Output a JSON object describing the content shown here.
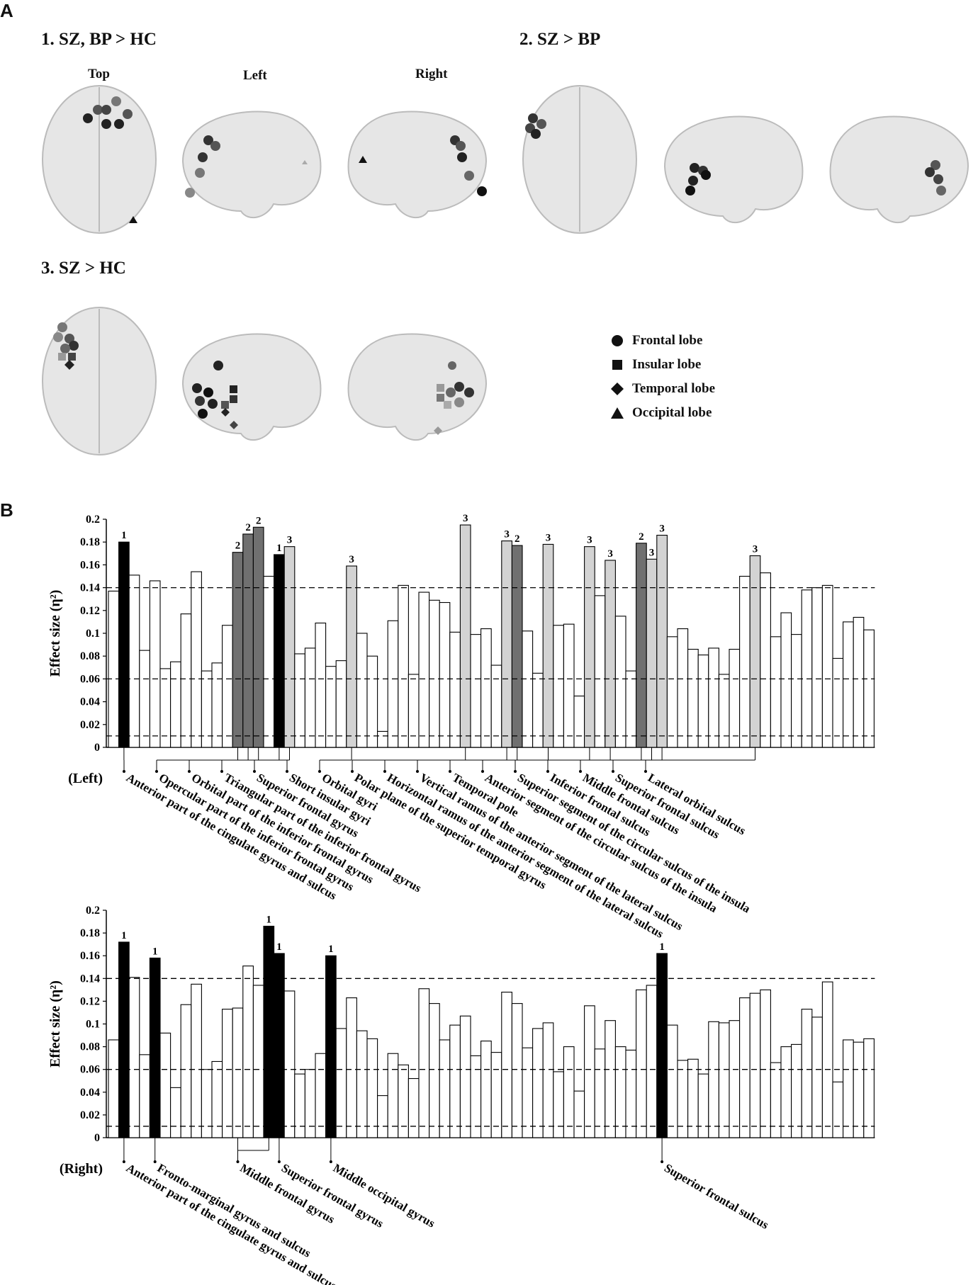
{
  "panel_a": {
    "letter": "A",
    "groups": [
      {
        "title": "1. SZ, BP > HC"
      },
      {
        "title": "2. SZ > BP"
      },
      {
        "title": "3. SZ > HC"
      }
    ],
    "view_labels": {
      "top": "Top",
      "left": "Left",
      "right": "Right"
    },
    "legend": [
      {
        "label": "Frontal lobe",
        "shape": "circle"
      },
      {
        "label": "Insular lobe",
        "shape": "square"
      },
      {
        "label": "Temporal lobe",
        "shape": "diamond"
      },
      {
        "label": "Occipital lobe",
        "shape": "triangle"
      }
    ]
  },
  "panel_b": {
    "letter": "B"
  },
  "colors": {
    "group1": "#000000",
    "group2": "#707070",
    "group3": "#d3d3d3",
    "nonsig": "#ffffff",
    "brain": "#e6e6e6"
  },
  "chart_data": [
    {
      "type": "bar",
      "hemisphere": "(Left)",
      "ylabel": "Effect size (η²)",
      "ylim": [
        0,
        0.2
      ],
      "yticks": [
        "0",
        "0.02",
        "0.04",
        "0.06",
        "0.08",
        "0.1",
        "0.12",
        "0.14",
        "0.16",
        "0.18",
        "0.2"
      ],
      "reference_lines": [
        0.01,
        0.06,
        0.14
      ],
      "values": [
        0.137,
        0.18,
        0.151,
        0.085,
        0.146,
        0.069,
        0.075,
        0.117,
        0.154,
        0.067,
        0.074,
        0.107,
        0.171,
        0.187,
        0.193,
        0.15,
        0.169,
        0.176,
        0.082,
        0.087,
        0.109,
        0.071,
        0.076,
        0.159,
        0.1,
        0.08,
        0.014,
        0.111,
        0.142,
        0.064,
        0.136,
        0.129,
        0.127,
        0.101,
        0.195,
        0.099,
        0.104,
        0.072,
        0.181,
        0.177,
        0.102,
        0.065,
        0.178,
        0.107,
        0.108,
        0.045,
        0.176,
        0.133,
        0.164,
        0.115,
        0.067,
        0.179,
        0.165,
        0.186,
        0.097,
        0.104,
        0.086,
        0.081,
        0.087,
        0.064,
        0.086,
        0.15,
        0.168,
        0.153,
        0.097,
        0.118,
        0.099,
        0.138,
        0.14,
        0.142,
        0.078,
        0.11,
        0.114,
        0.103
      ],
      "groups": [
        0,
        1,
        0,
        0,
        0,
        0,
        0,
        0,
        0,
        0,
        0,
        0,
        2,
        2,
        2,
        0,
        1,
        3,
        0,
        0,
        0,
        0,
        0,
        3,
        0,
        0,
        0,
        0,
        0,
        0,
        0,
        0,
        0,
        0,
        3,
        0,
        0,
        0,
        3,
        2,
        0,
        0,
        3,
        0,
        0,
        0,
        3,
        0,
        3,
        0,
        0,
        2,
        3,
        3,
        0,
        0,
        0,
        0,
        0,
        0,
        0,
        0,
        3,
        0,
        0,
        0,
        0,
        0,
        0,
        0,
        0,
        0,
        0,
        0
      ],
      "annotations": [
        {
          "label": "Anterior part of the cingulate gyrus and sulcus",
          "bars": [
            1
          ]
        },
        {
          "label": "Opercular part of the inferior frontal gyrus",
          "bars": [
            12
          ]
        },
        {
          "label": "Orbital part of the inferior frontal gyrus",
          "bars": [
            13
          ]
        },
        {
          "label": "Triangular part of the inferior frontal gyrus",
          "bars": [
            14
          ]
        },
        {
          "label": "Superior frontal gyrus",
          "bars": [
            16,
            17
          ]
        },
        {
          "label": "Short insular gyri",
          "bars": [
            17
          ]
        },
        {
          "label": "Orbital gyri",
          "bars": [
            23
          ]
        },
        {
          "label": "Polar plane of the superior temporal gyrus",
          "bars": [
            34
          ]
        },
        {
          "label": "Horizontal ramus of the anterior segment of the lateral sulcus",
          "bars": [
            38
          ]
        },
        {
          "label": "Vertical ramus of the anterior segment of the lateral sulcus",
          "bars": [
            39
          ]
        },
        {
          "label": "Temporal pole",
          "bars": [
            42
          ]
        },
        {
          "label": "Anterior segment of the circular sulcus of the insula",
          "bars": [
            46
          ]
        },
        {
          "label": "Superior segment of the circular sulcus of the insula",
          "bars": [
            48
          ]
        },
        {
          "label": "Inferior frontal sulcus",
          "bars": [
            51
          ]
        },
        {
          "label": "Middle frontal sulcus",
          "bars": [
            52
          ]
        },
        {
          "label": "Superior frontal sulcus",
          "bars": [
            53
          ]
        },
        {
          "label": "Lateral orbital sulcus",
          "bars": [
            62
          ]
        }
      ]
    },
    {
      "type": "bar",
      "hemisphere": "(Right)",
      "ylabel": "Effect size (η²)",
      "ylim": [
        0,
        0.2
      ],
      "yticks": [
        "0",
        "0.02",
        "0.04",
        "0.06",
        "0.08",
        "0.1",
        "0.12",
        "0.14",
        "0.16",
        "0.18",
        "0.2"
      ],
      "reference_lines": [
        0.01,
        0.06,
        0.14
      ],
      "values": [
        0.086,
        0.172,
        0.141,
        0.073,
        0.158,
        0.092,
        0.044,
        0.117,
        0.135,
        0.06,
        0.067,
        0.113,
        0.114,
        0.151,
        0.134,
        0.186,
        0.162,
        0.129,
        0.056,
        0.06,
        0.074,
        0.16,
        0.096,
        0.123,
        0.094,
        0.087,
        0.037,
        0.074,
        0.064,
        0.052,
        0.131,
        0.118,
        0.086,
        0.099,
        0.107,
        0.072,
        0.085,
        0.075,
        0.128,
        0.118,
        0.079,
        0.096,
        0.101,
        0.058,
        0.08,
        0.041,
        0.116,
        0.078,
        0.103,
        0.08,
        0.077,
        0.13,
        0.134,
        0.162,
        0.099,
        0.068,
        0.069,
        0.056,
        0.102,
        0.101,
        0.103,
        0.123,
        0.127,
        0.13,
        0.066,
        0.08,
        0.082,
        0.113,
        0.106,
        0.137,
        0.049,
        0.086,
        0.084,
        0.087
      ],
      "groups": [
        0,
        1,
        0,
        0,
        1,
        0,
        0,
        0,
        0,
        0,
        0,
        0,
        0,
        0,
        0,
        1,
        1,
        0,
        0,
        0,
        0,
        1,
        0,
        0,
        0,
        0,
        0,
        0,
        0,
        0,
        0,
        0,
        0,
        0,
        0,
        0,
        0,
        0,
        0,
        0,
        0,
        0,
        0,
        0,
        0,
        0,
        0,
        0,
        0,
        0,
        0,
        0,
        0,
        1,
        0,
        0,
        0,
        0,
        0,
        0,
        0,
        0,
        0,
        0,
        0,
        0,
        0,
        0,
        0,
        0,
        0,
        0,
        0,
        0
      ],
      "annotations": [
        {
          "label": "Anterior part of the cingulate gyrus and sulcus",
          "bars": [
            1
          ]
        },
        {
          "label": "Fronto-marginal gyrus and sulcus",
          "bars": [
            4
          ]
        },
        {
          "label": "Middle frontal gyrus",
          "bars": [
            12,
            15
          ]
        },
        {
          "label": "Superior frontal gyrus",
          "bars": [
            16
          ]
        },
        {
          "label": "Middle occipital gyrus",
          "bars": [
            21
          ]
        },
        {
          "label": "Superior frontal sulcus",
          "bars": [
            53
          ]
        }
      ]
    }
  ]
}
